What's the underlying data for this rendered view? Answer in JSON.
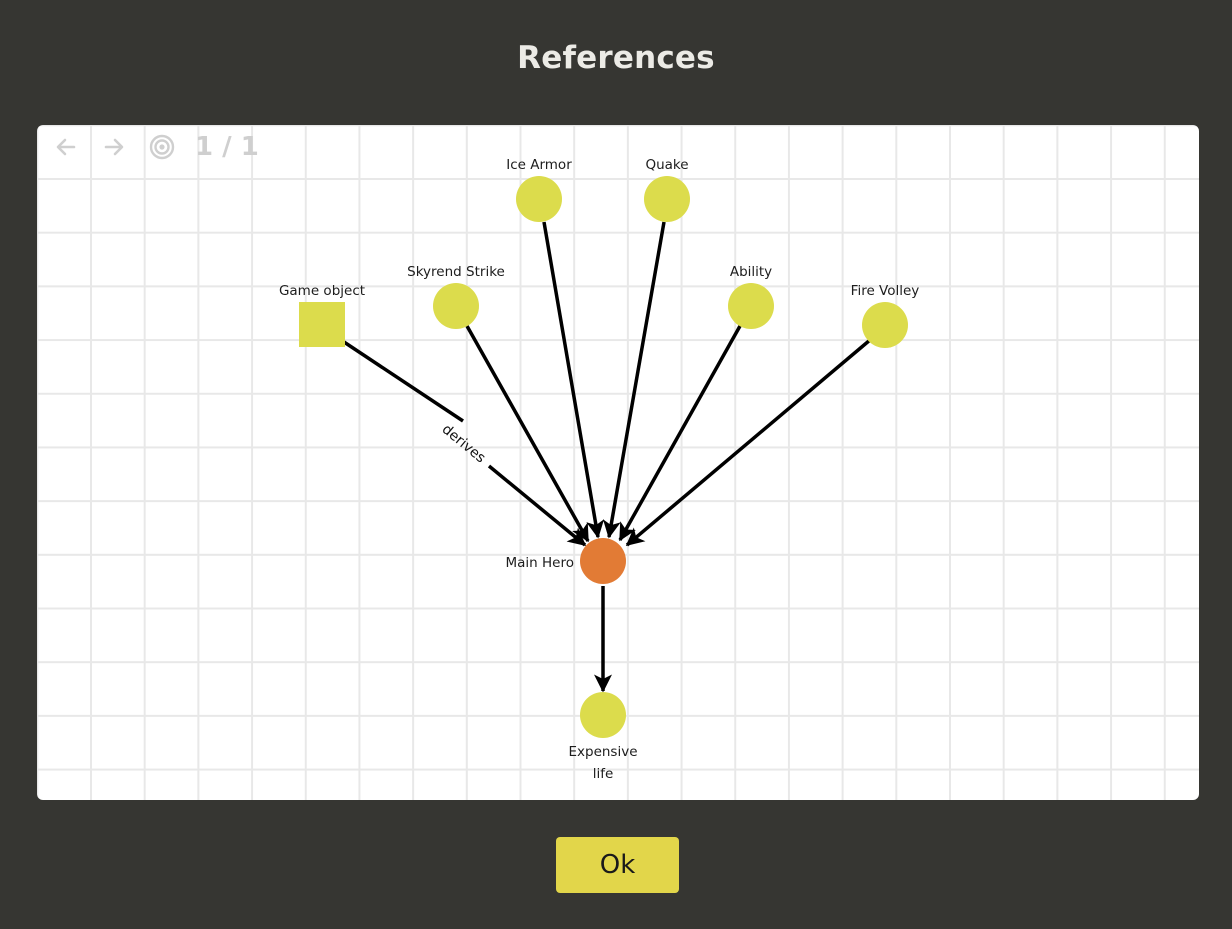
{
  "dialog": {
    "title": "References",
    "ok_label": "Ok"
  },
  "toolbar": {
    "back_icon": "arrow-left-icon",
    "forward_icon": "arrow-right-icon",
    "center_icon": "target-icon",
    "page_indicator": "1 / 1"
  },
  "colors": {
    "background": "#363632",
    "node_default": "#dcdc4c",
    "node_focus": "#e27b35",
    "edge": "#000000",
    "ok_button": "#e2d64a"
  },
  "graph": {
    "nodes": [
      {
        "id": "ice-armor",
        "label": "Ice Armor",
        "shape": "circle"
      },
      {
        "id": "quake",
        "label": "Quake",
        "shape": "circle"
      },
      {
        "id": "skyrend-strike",
        "label": "Skyrend Strike",
        "shape": "circle"
      },
      {
        "id": "ability",
        "label": "Ability",
        "shape": "circle"
      },
      {
        "id": "game-object",
        "label": "Game object",
        "shape": "square"
      },
      {
        "id": "fire-volley",
        "label": "Fire Volley",
        "shape": "circle"
      },
      {
        "id": "main-hero",
        "label": "Main Hero",
        "shape": "circle",
        "focus": true
      },
      {
        "id": "expensive-life",
        "label_line1": "Expensive",
        "label_line2": "life",
        "shape": "circle"
      }
    ],
    "edges": [
      {
        "from": "game-object",
        "to": "main-hero",
        "label": "derives"
      },
      {
        "from": "skyrend-strike",
        "to": "main-hero"
      },
      {
        "from": "ice-armor",
        "to": "main-hero"
      },
      {
        "from": "quake",
        "to": "main-hero"
      },
      {
        "from": "ability",
        "to": "main-hero"
      },
      {
        "from": "fire-volley",
        "to": "main-hero"
      },
      {
        "from": "main-hero",
        "to": "expensive-life"
      }
    ]
  }
}
